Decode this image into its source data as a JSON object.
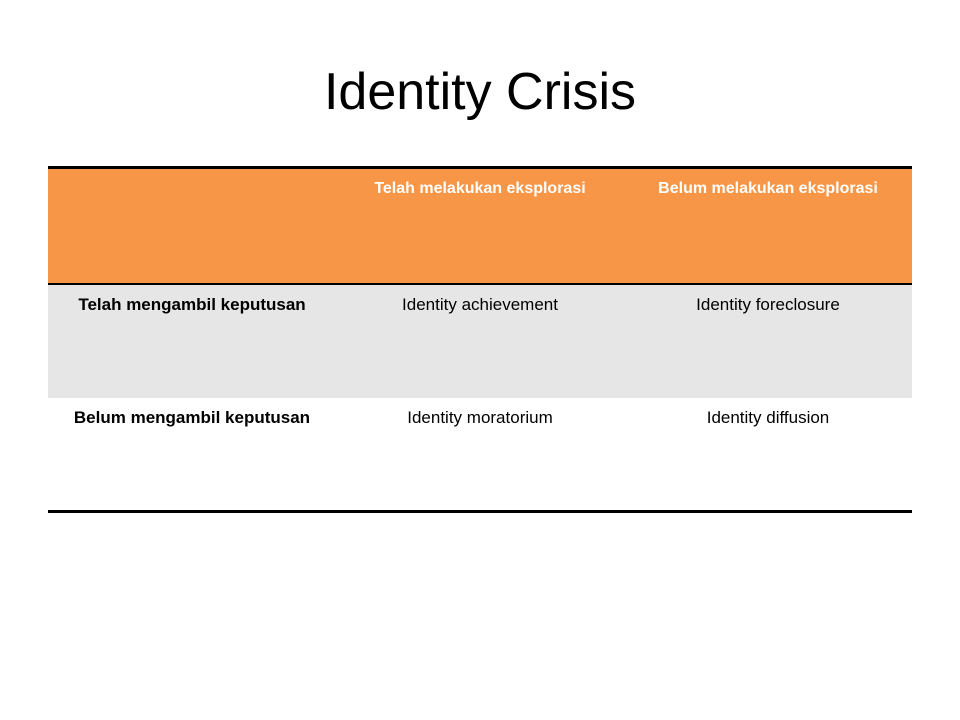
{
  "slide": {
    "title": "Identity Crisis"
  },
  "table": {
    "header": {
      "corner": "",
      "col1": "Telah melakukan eksplorasi",
      "col2": "Belum melakukan eksplorasi"
    },
    "rows": [
      {
        "label": "Telah mengambil keputusan",
        "col1": "Identity achievement",
        "col2": "Identity foreclosure"
      },
      {
        "label": "Belum mengambil keputusan",
        "col1": "Identity moratorium",
        "col2": "Identity diffusion"
      }
    ]
  },
  "colors": {
    "header_fill": "#f79646",
    "row_alt_fill": "#e6e6e6",
    "header_text": "#ffffff"
  }
}
